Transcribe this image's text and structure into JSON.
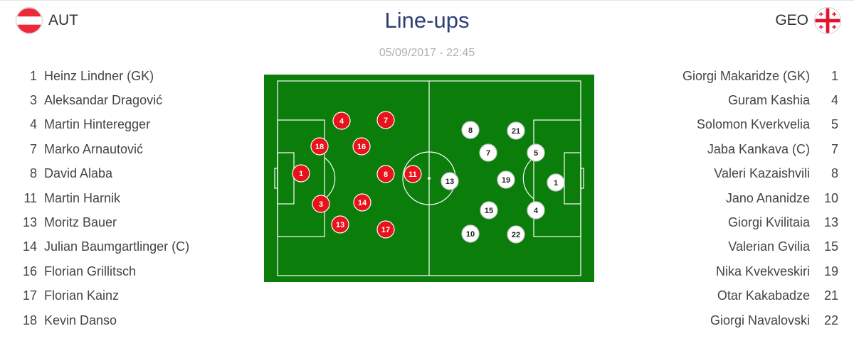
{
  "title": "Line-ups",
  "datetime": "05/09/2017 - 22:45",
  "home": {
    "code": "AUT",
    "flag": "austria-flag-icon",
    "colors": {
      "red": "#ed2939",
      "white": "#ffffff"
    },
    "players": [
      {
        "num": "1",
        "name": "Heinz Lindner (GK)"
      },
      {
        "num": "3",
        "name": "Aleksandar Dragović"
      },
      {
        "num": "4",
        "name": "Martin Hinteregger"
      },
      {
        "num": "7",
        "name": "Marko Arnautović"
      },
      {
        "num": "8",
        "name": "David Alaba"
      },
      {
        "num": "11",
        "name": "Martin Harnik"
      },
      {
        "num": "13",
        "name": "Moritz Bauer"
      },
      {
        "num": "14",
        "name": "Julian Baumgartlinger (C)"
      },
      {
        "num": "16",
        "name": "Florian Grillitsch"
      },
      {
        "num": "17",
        "name": "Florian Kainz"
      },
      {
        "num": "18",
        "name": "Kevin Danso"
      }
    ]
  },
  "away": {
    "code": "GEO",
    "flag": "georgia-flag-icon",
    "colors": {
      "red": "#e8112d",
      "white": "#ffffff"
    },
    "players": [
      {
        "num": "1",
        "name": "Giorgi Makaridze (GK)"
      },
      {
        "num": "4",
        "name": "Guram Kashia"
      },
      {
        "num": "5",
        "name": "Solomon Kverkvelia"
      },
      {
        "num": "7",
        "name": "Jaba Kankava (C)"
      },
      {
        "num": "8",
        "name": "Valeri Kazaishvili"
      },
      {
        "num": "10",
        "name": "Jano Ananidze"
      },
      {
        "num": "13",
        "name": "Giorgi Kvilitaia"
      },
      {
        "num": "15",
        "name": "Valerian Gvilia"
      },
      {
        "num": "19",
        "name": "Nika Kvekveskiri"
      },
      {
        "num": "21",
        "name": "Otar Kakabadze"
      },
      {
        "num": "22",
        "name": "Giorgi Navalovski"
      }
    ]
  },
  "pitch": {
    "colors": {
      "grass": "#0b7d0b",
      "lines": "#ffffff"
    },
    "home_marker_color": "#e8121a",
    "away_marker_color": "#ffffff",
    "home_markers": [
      "1",
      "18",
      "4",
      "3",
      "13",
      "16",
      "14",
      "7",
      "8",
      "17",
      "11"
    ],
    "away_markers": [
      "1",
      "5",
      "4",
      "7",
      "21",
      "15",
      "19",
      "8",
      "10",
      "13",
      "22"
    ]
  }
}
